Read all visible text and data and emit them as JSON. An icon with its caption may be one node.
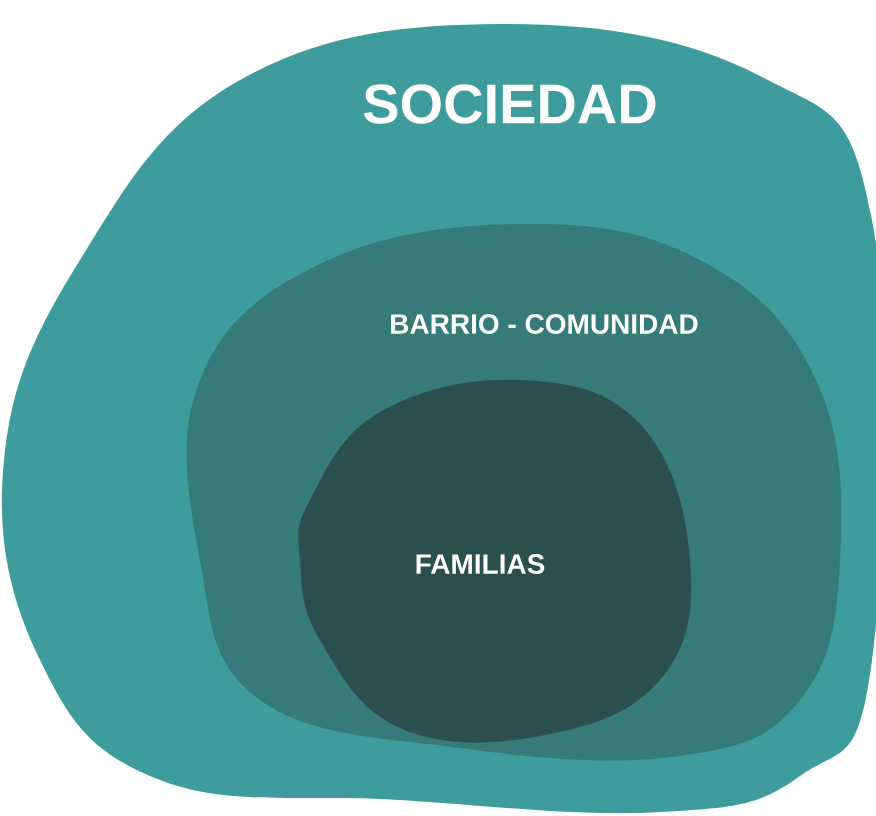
{
  "diagram": {
    "nodes": [
      {
        "text": [
          "SOCIEDAD"
        ]
      },
      {
        "text": [
          "BARRIO - COMUNIDAD"
        ],
        "in": 0
      },
      {
        "text": [
          "FAMILIAS"
        ],
        "in": 1
      }
    ]
  }
}
